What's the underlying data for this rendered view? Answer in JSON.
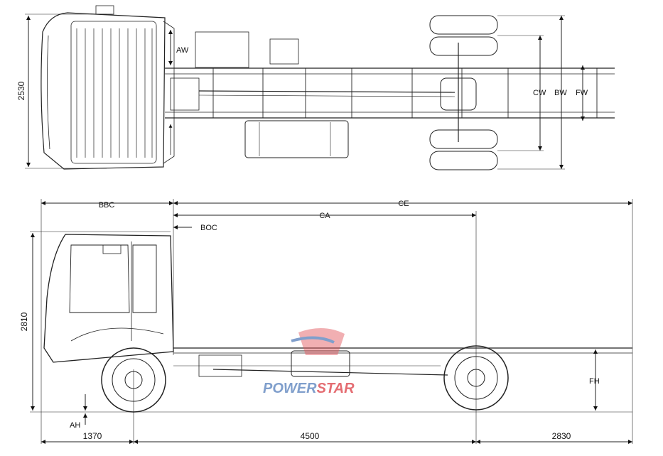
{
  "top_view": {
    "overall_width": "2530",
    "labels": {
      "aw": "AW",
      "cw": "CW",
      "bw": "BW",
      "fw": "FW"
    }
  },
  "side_view": {
    "labels": {
      "bbc": "BBC",
      "ce": "CE",
      "ca": "CA",
      "boc": "BOC",
      "fh": "FH",
      "ah": "AH"
    },
    "overall_height": "2810",
    "front_overhang": "1370",
    "wheelbase": "4500",
    "rear_overhang": "2830"
  },
  "watermark": {
    "text_a": "POWER",
    "text_b": "STAR",
    "color_a": "#6b8fc4",
    "color_b": "#e0545a"
  }
}
